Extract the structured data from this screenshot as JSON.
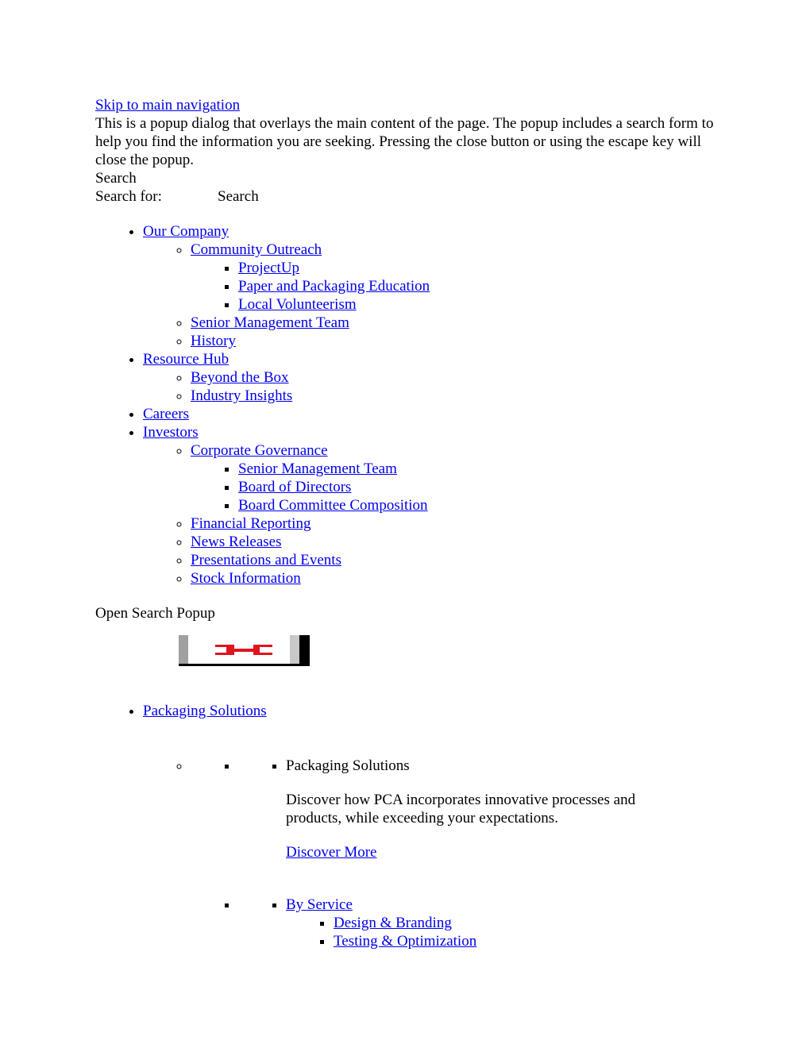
{
  "skip_link": "Skip to main navigation",
  "popup_description": "This is a popup dialog that overlays the main content of the page. The popup includes a search form to help you find the information you are seeking. Pressing the close button or using the escape key will close the popup.",
  "search": {
    "heading": "Search",
    "label": "Search for:",
    "button": "Search"
  },
  "nav": {
    "our_company": "Our Company",
    "community_outreach": "Community Outreach",
    "projectup": "ProjectUp",
    "paper_packaging_education": "Paper and Packaging Education",
    "local_volunteerism": "Local Volunteerism",
    "senior_management_team": "Senior Management Team",
    "history": "History",
    "resource_hub": "Resource Hub",
    "beyond_the_box": "Beyond the Box",
    "industry_insights": "Industry Insights",
    "careers": "Careers",
    "investors": "Investors",
    "corporate_governance": "Corporate Governance",
    "gov_senior_management_team": "Senior Management Team",
    "board_of_directors": "Board of Directors",
    "board_committee_composition": "Board Committee Composition",
    "financial_reporting": "Financial Reporting",
    "news_releases": "News Releases",
    "presentations_events": "Presentations and Events",
    "stock_information": "Stock Information"
  },
  "open_search_popup": "Open Search Popup",
  "logo": {
    "icon": "pca-logo-icon",
    "red": "#e0141e",
    "gray": "#a0a0a0"
  },
  "packaging": {
    "menu_label": "Packaging Solutions",
    "promo_title": "Packaging Solutions",
    "promo_text": "Discover how PCA incorporates innovative processes and products, while exceeding your expectations.",
    "promo_link": "Discover More",
    "by_service": "By Service",
    "design_branding": "Design & Branding",
    "testing_optimization": "Testing & Optimization"
  }
}
